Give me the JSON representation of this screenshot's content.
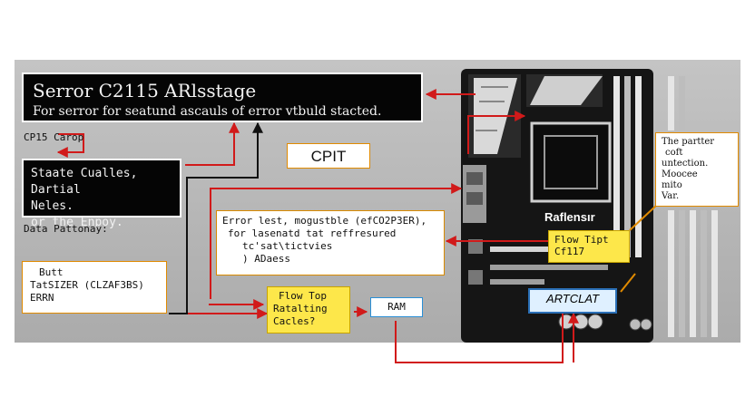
{
  "title_box": {
    "heading": "Serror C2115 ARlsstage",
    "subtitle": "For serror for seatund ascauls of error vtbuld stacted."
  },
  "cpu_group_label": "CP15 Carop",
  "state_box": {
    "lines": [
      "Staate Cualles, Dartial",
      "Neles.",
      "or the Enpoy."
    ]
  },
  "cpit_label": "CPIT",
  "data_label": "Data Pattonay:",
  "error_box": {
    "lines": [
      "Error lest, mogustble (efCO2P3ER),",
      "for lasenatd tat reffresured",
      "tc'sat\\tictvies",
      ")  ADaess"
    ]
  },
  "butt_box": {
    "lines": [
      "Butt",
      "TatSIZER (CLZAF3BS)",
      "ERRN"
    ]
  },
  "flow_top_box": {
    "lines": [
      "Flow Top",
      "Ratalting",
      "Cacles?"
    ]
  },
  "ram_label": "RAM",
  "side_box": {
    "lines": [
      "The partter",
      "coft",
      "untection.",
      "Moocee",
      "mito",
      "Var."
    ]
  },
  "flow_tip_box": {
    "lines": [
      "Flow Tipt",
      "Cf117"
    ]
  },
  "board_brand": "Raflensır",
  "artclat_label": "ARTCLAT",
  "colors": {
    "panel": "#b9b9b9",
    "arrow_red": "#d11a1a",
    "highlight_yellow": "#fde74a",
    "outline_orange": "#e08a00",
    "ram_blue": "#2a8fd6",
    "board": "#151515"
  }
}
